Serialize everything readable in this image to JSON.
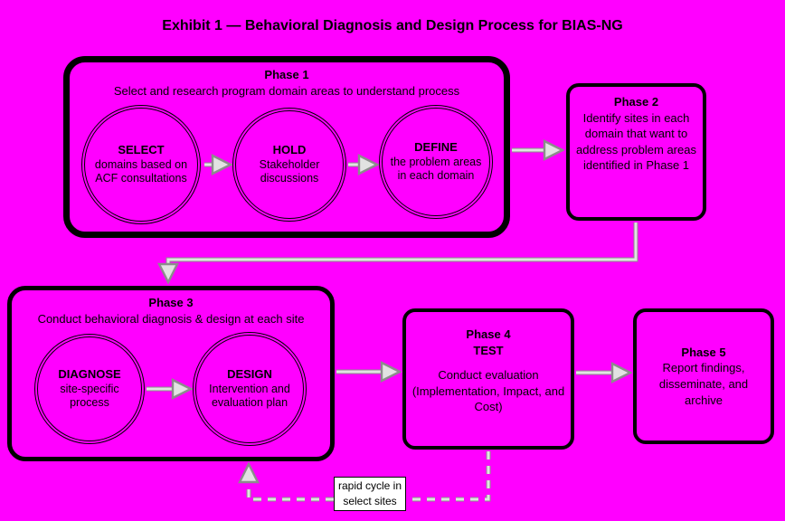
{
  "title": "Exhibit 1 —  Behavioral Diagnosis and Design Process for BIAS-NG",
  "colors": {
    "background": "#ff00ff",
    "box_border": "#000000",
    "arrow_fill": "#e2e2e2",
    "arrow_outline": "#8c8c8c",
    "label_background": "#ffffff"
  },
  "phase1": {
    "title": "Phase 1",
    "subtitle": "Select and research program domain areas to understand process",
    "circles": [
      {
        "title": "SELECT",
        "body": "domains based on ACF consultations"
      },
      {
        "title": "HOLD",
        "body": "Stakeholder discussions"
      },
      {
        "title": "DEFINE",
        "body": "the problem areas in each domain"
      }
    ]
  },
  "phase2": {
    "title": "Phase 2",
    "body": "Identify sites in each domain that want to address problem areas identified in Phase 1"
  },
  "phase3": {
    "title": "Phase 3",
    "subtitle": "Conduct behavioral diagnosis & design at each site",
    "circles": [
      {
        "title": "DIAGNOSE",
        "body": "site-specific process"
      },
      {
        "title": "DESIGN",
        "body": "Intervention and evaluation plan"
      }
    ]
  },
  "phase4": {
    "title": "Phase 4",
    "subtitle": "TEST",
    "body": "Conduct evaluation (Implementation, Impact, and Cost)"
  },
  "phase5": {
    "title": "Phase 5",
    "body": "Report findings, disseminate, and archive"
  },
  "loop_label": {
    "line1": "rapid cycle in",
    "line2": "select sites"
  }
}
